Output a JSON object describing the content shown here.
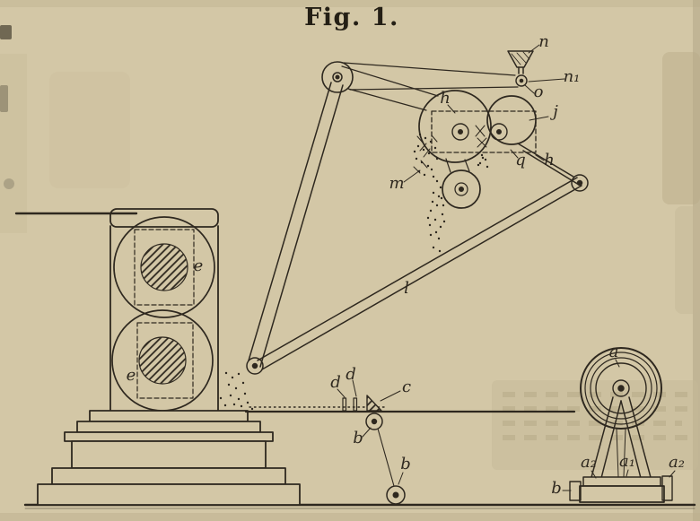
{
  "figure": {
    "title": "Fig. 1."
  },
  "colors": {
    "paper": "#d3c7a6",
    "ink": "#2e281f"
  },
  "labels": {
    "n": "n",
    "n1": "n₁",
    "o": "o",
    "j": "j",
    "h_upper": "h",
    "h_lower": "h",
    "q": "q",
    "m": "m",
    "l": "l",
    "e_upper": "e",
    "e_lower": "e",
    "d_left": "d",
    "d_right": "d",
    "c": "c",
    "b_guide": "b",
    "b_floor": "b",
    "a": "a",
    "a1": "a₁",
    "a2_left": "a₂",
    "a2_right": "a₂",
    "b_right": "b"
  }
}
